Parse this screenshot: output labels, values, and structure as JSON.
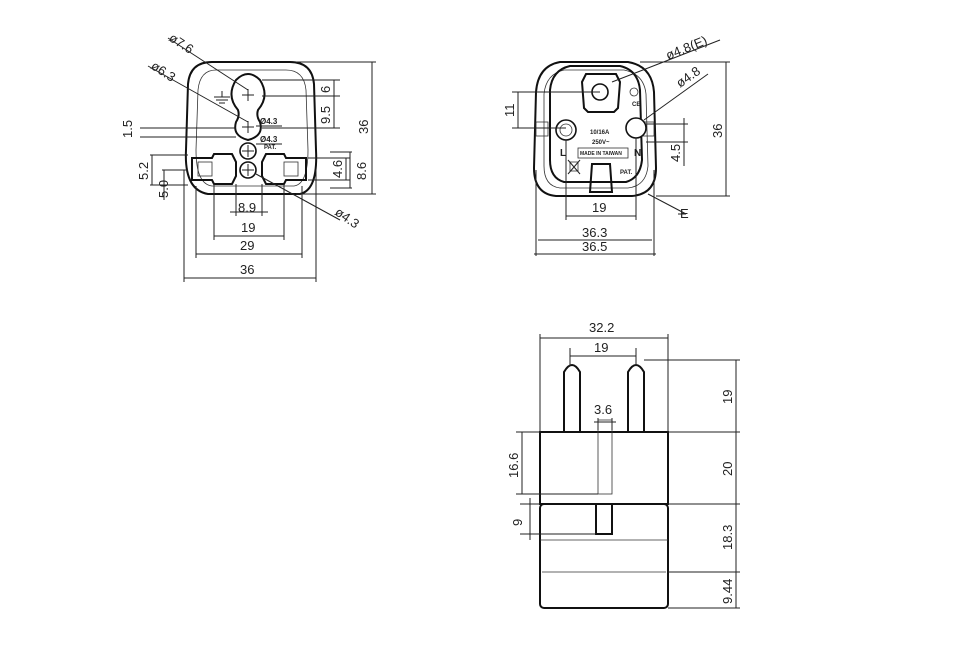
{
  "front_view": {
    "diameters": {
      "d_7_6": "ø7.6",
      "d_6_3": "ø6.3",
      "d_4_3_upper": "Ø4.3",
      "d_4_3_mid": "Ø4.3",
      "d_4_3_lower": "ø4.3"
    },
    "pat_mark": "PAT.",
    "dims": {
      "v_1_5": "1.5",
      "v_5_2": "5.2",
      "v_5_0": "5.0",
      "v_6": "6",
      "v_9_5": "9.5",
      "v_36": "36",
      "v_4_6": "4.6",
      "v_8_6": "8.6",
      "h_8_9": "8.9",
      "h_19": "19",
      "h_29": "29",
      "h_36": "36"
    }
  },
  "back_view": {
    "labels": {
      "d_4_8_e": "ø4.8(E)",
      "d_4_8": "ø4.8",
      "v_11": "11",
      "v_36": "36",
      "v_4_5": "4.5",
      "h_19": "19",
      "h_36_3": "36.3",
      "h_36_5": "36.5",
      "e_label": "E"
    },
    "face_text": {
      "rating_1": "10/16A",
      "rating_2": "250V~",
      "made_in": "MADE IN TAIWAN",
      "pat": "PAT.",
      "ce": "CE",
      "l": "L",
      "n": "N"
    }
  },
  "side_view": {
    "dims": {
      "h_32_2": "32.2",
      "h_19": "19",
      "h_3_6": "3.6",
      "v_16_6": "16.6",
      "v_9": "9",
      "v_19": "19",
      "v_20": "20",
      "v_18_3": "18.3",
      "v_9_44": "9.44"
    }
  }
}
